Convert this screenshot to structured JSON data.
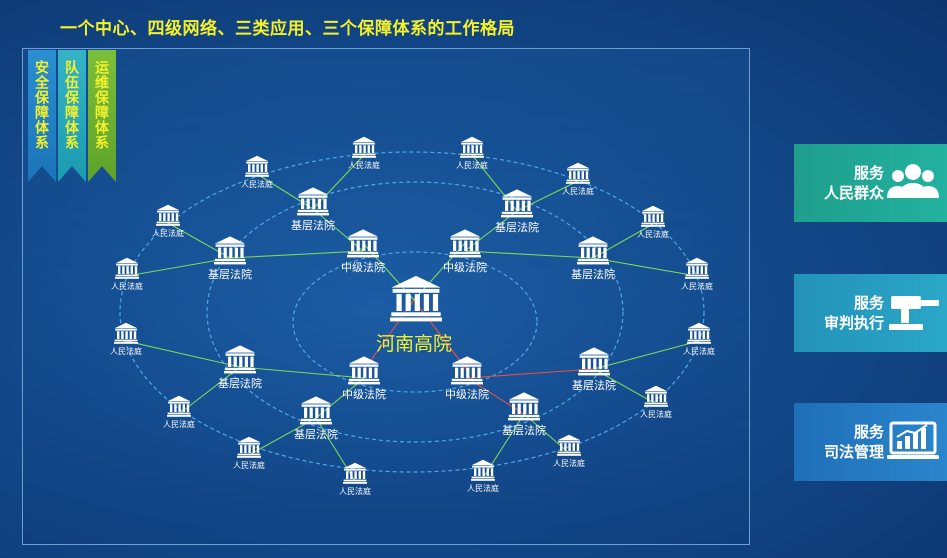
{
  "title": "一个中心、四级网络、三类应用、三个保障体系的工作格局",
  "banners": [
    {
      "label": "安全保障体系",
      "color": "#2a8fd2"
    },
    {
      "label": "队伍保障体系",
      "color": "#36b3c7"
    },
    {
      "label": "运维保障体系",
      "color": "#7cbf3a"
    }
  ],
  "center": {
    "label": "河南高院",
    "icon": "courthouse-icon"
  },
  "levels": {
    "intermediate": "中级法院",
    "basic": "基层法院",
    "people": "人民法庭"
  },
  "panels": [
    {
      "line1": "服务",
      "line2": "人民群众",
      "icon": "people-group-icon"
    },
    {
      "line1": "服务",
      "line2": "审判执行",
      "icon": "gavel-icon"
    },
    {
      "line1": "服务",
      "line2": "司法管理",
      "icon": "chart-monitor-icon"
    }
  ],
  "colors": {
    "title": "#f4f02a",
    "center_label": "#f4f02a",
    "ring": "#4ea6e8",
    "link_green": "#7ed957",
    "link_red": "#e0504a"
  }
}
